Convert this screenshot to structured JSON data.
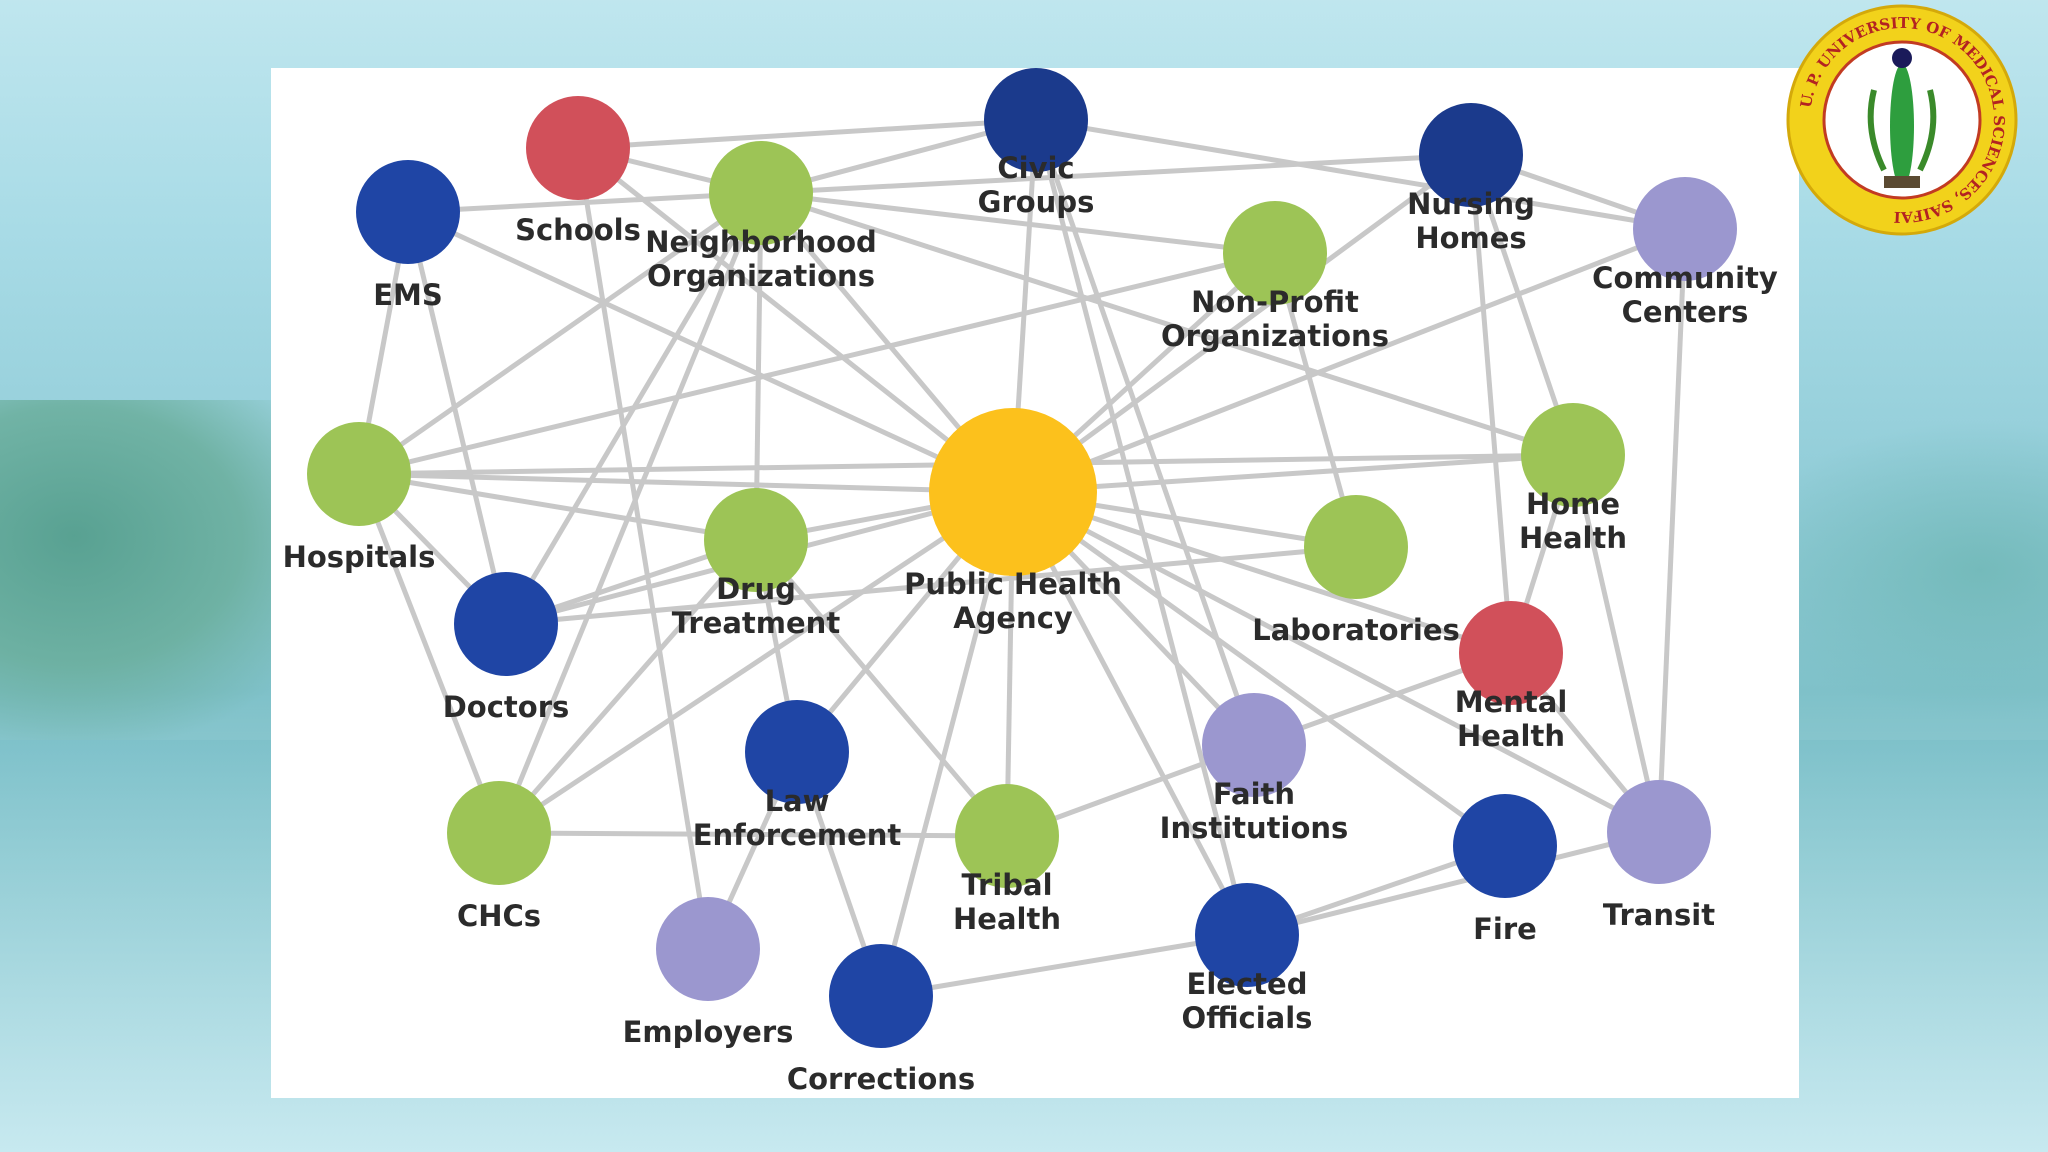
{
  "colors": {
    "navy": "#1b3a8c",
    "blue": "#1f45a5",
    "green": "#9dc456",
    "red": "#d1505a",
    "lavender": "#9b97cf",
    "yellow": "#fcc11c",
    "edge": "#c8c8c8"
  },
  "diagram": {
    "nodes": [
      {
        "id": "pha",
        "lines": [
          "Public Health",
          "Agency"
        ],
        "color": "yellow"
      },
      {
        "id": "schools",
        "lines": [
          "Schools"
        ],
        "color": "red"
      },
      {
        "id": "civic",
        "lines": [
          "Civic",
          "Groups"
        ],
        "color": "navy"
      },
      {
        "id": "nursing",
        "lines": [
          "Nursing",
          "Homes"
        ],
        "color": "navy"
      },
      {
        "id": "ems",
        "lines": [
          "EMS"
        ],
        "color": "blue"
      },
      {
        "id": "neighborhood",
        "lines": [
          "Neighborhood",
          "Organizations"
        ],
        "color": "green"
      },
      {
        "id": "nonprofit",
        "lines": [
          "Non-Profit",
          "Organizations"
        ],
        "color": "green"
      },
      {
        "id": "community",
        "lines": [
          "Community",
          "Centers"
        ],
        "color": "lavender"
      },
      {
        "id": "hospitals",
        "lines": [
          "Hospitals"
        ],
        "color": "green"
      },
      {
        "id": "homehealth",
        "lines": [
          "Home",
          "Health"
        ],
        "color": "green"
      },
      {
        "id": "drug",
        "lines": [
          "Drug",
          "Treatment"
        ],
        "color": "green"
      },
      {
        "id": "labs",
        "lines": [
          "Laboratories"
        ],
        "color": "green"
      },
      {
        "id": "doctors",
        "lines": [
          "Doctors"
        ],
        "color": "blue"
      },
      {
        "id": "mental",
        "lines": [
          "Mental",
          "Health"
        ],
        "color": "red"
      },
      {
        "id": "law",
        "lines": [
          "Law",
          "Enforcement"
        ],
        "color": "blue"
      },
      {
        "id": "faith",
        "lines": [
          "Faith",
          "Institutions"
        ],
        "color": "lavender"
      },
      {
        "id": "chcs",
        "lines": [
          "CHCs"
        ],
        "color": "green"
      },
      {
        "id": "tribal",
        "lines": [
          "Tribal",
          "Health"
        ],
        "color": "green"
      },
      {
        "id": "fire",
        "lines": [
          "Fire"
        ],
        "color": "blue"
      },
      {
        "id": "transit",
        "lines": [
          "Transit"
        ],
        "color": "lavender"
      },
      {
        "id": "employers",
        "lines": [
          "Employers"
        ],
        "color": "lavender"
      },
      {
        "id": "corrections",
        "lines": [
          "Corrections"
        ],
        "color": "blue"
      },
      {
        "id": "elected",
        "lines": [
          "Elected",
          "Officials"
        ],
        "color": "blue"
      }
    ],
    "edges": [
      [
        "pha",
        "civic"
      ],
      [
        "pha",
        "neighborhood"
      ],
      [
        "pha",
        "nonprofit"
      ],
      [
        "pha",
        "community"
      ],
      [
        "pha",
        "hospitals"
      ],
      [
        "pha",
        "homehealth"
      ],
      [
        "pha",
        "drug"
      ],
      [
        "pha",
        "labs"
      ],
      [
        "pha",
        "doctors"
      ],
      [
        "pha",
        "mental"
      ],
      [
        "pha",
        "law"
      ],
      [
        "pha",
        "faith"
      ],
      [
        "pha",
        "chcs"
      ],
      [
        "pha",
        "tribal"
      ],
      [
        "pha",
        "fire"
      ],
      [
        "pha",
        "transit"
      ],
      [
        "pha",
        "corrections"
      ],
      [
        "pha",
        "elected"
      ],
      [
        "pha",
        "ems"
      ],
      [
        "pha",
        "schools"
      ],
      [
        "pha",
        "nursing"
      ],
      [
        "schools",
        "civic"
      ],
      [
        "schools",
        "neighborhood"
      ],
      [
        "schools",
        "employers"
      ],
      [
        "ems",
        "nursing"
      ],
      [
        "ems",
        "hospitals"
      ],
      [
        "ems",
        "doctors"
      ],
      [
        "civic",
        "community"
      ],
      [
        "civic",
        "faith"
      ],
      [
        "civic",
        "elected"
      ],
      [
        "neighborhood",
        "civic"
      ],
      [
        "neighborhood",
        "nonprofit"
      ],
      [
        "neighborhood",
        "hospitals"
      ],
      [
        "neighborhood",
        "drug"
      ],
      [
        "neighborhood",
        "doctors"
      ],
      [
        "neighborhood",
        "chcs"
      ],
      [
        "neighborhood",
        "homehealth"
      ],
      [
        "nonprofit",
        "hospitals"
      ],
      [
        "nonprofit",
        "labs"
      ],
      [
        "nursing",
        "homehealth"
      ],
      [
        "nursing",
        "mental"
      ],
      [
        "nursing",
        "community"
      ],
      [
        "community",
        "transit"
      ],
      [
        "hospitals",
        "drug"
      ],
      [
        "hospitals",
        "chcs"
      ],
      [
        "hospitals",
        "doctors"
      ],
      [
        "hospitals",
        "homehealth"
      ],
      [
        "drug",
        "doctors"
      ],
      [
        "drug",
        "chcs"
      ],
      [
        "drug",
        "tribal"
      ],
      [
        "drug",
        "law"
      ],
      [
        "doctors",
        "labs"
      ],
      [
        "homehealth",
        "transit"
      ],
      [
        "homehealth",
        "mental"
      ],
      [
        "mental",
        "transit"
      ],
      [
        "mental",
        "faith"
      ],
      [
        "law",
        "employers"
      ],
      [
        "law",
        "corrections"
      ],
      [
        "chcs",
        "tribal"
      ],
      [
        "tribal",
        "faith"
      ],
      [
        "fire",
        "elected"
      ],
      [
        "transit",
        "elected"
      ],
      [
        "corrections",
        "elected"
      ]
    ]
  },
  "logo": {
    "ring_text": "U. P. UNIVERSITY OF MEDICAL SCIENCES, SAIFAI"
  }
}
